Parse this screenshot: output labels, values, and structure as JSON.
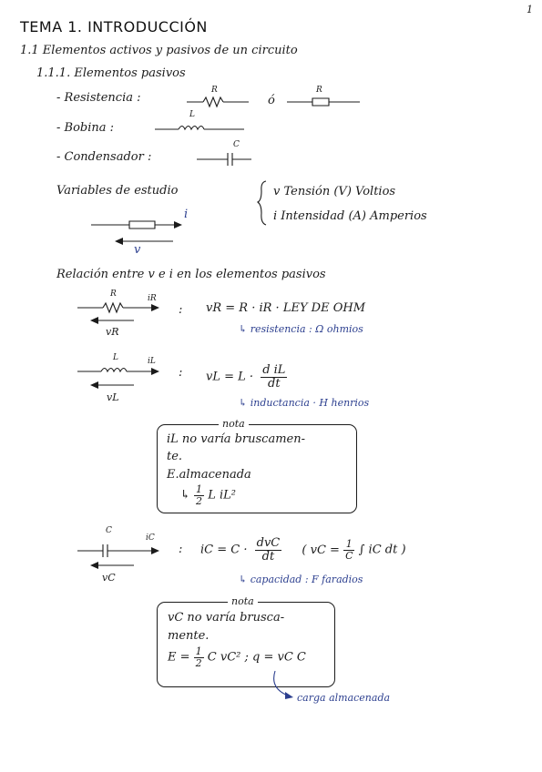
{
  "page_number": "1",
  "title": "TEMA 1. INTRODUCCIÓN",
  "section": "1.1  Elementos activos y pasivos de un circuito",
  "subsection": "1.1.1. Elementos pasivos",
  "passive_elements": {
    "resistencia": "- Resistencia :",
    "resistencia_or": "ó",
    "bobina": "- Bobina :",
    "condensador": "- Condensador :",
    "label_R": "R",
    "label_L": "L",
    "label_C": "C"
  },
  "variables": {
    "label": "Variables de estudio",
    "tension": "v  Tensión (V) Voltios",
    "intensidad": "i  Intensidad (A) Amperios",
    "i_arrow": "i",
    "v_arrow": "v"
  },
  "relation_title": "Relación entre v e i en los elementos pasivos",
  "resistor_rel": {
    "label_R": "R",
    "label_i": "iR",
    "label_v": "vR",
    "colon": ":",
    "equation": "vR = R · iR  ·  LEY DE OHM",
    "unit": "↳ resistencia : Ω ohmios"
  },
  "inductor_rel": {
    "label_L": "L",
    "label_i": "iL",
    "label_v": "vL",
    "colon": ":",
    "eq_lhs": "vL = L ·",
    "eq_num": "d iL",
    "eq_den": "dt",
    "unit": "↳ inductancia · H henrios"
  },
  "note1": {
    "tag": "nota",
    "line1": "iL no varía bruscamen-",
    "line2": "te.",
    "line3": "E.almacenada",
    "line4_prefix": "↳",
    "line4_num": "1",
    "line4_den": "2",
    "line4_expr": "L iL²"
  },
  "capacitor_rel": {
    "label_C": "C",
    "label_i": "iC",
    "label_v": "vC",
    "colon": ":",
    "eq_lhs": "iC = C ·",
    "eq_num": "dvC",
    "eq_den": "dt",
    "eq_paren_open": "( vC =",
    "eq_paren_num": "1",
    "eq_paren_den": "C",
    "eq_paren_rest": "∫ iC dt )",
    "unit": "↳ capacidad : F faradios"
  },
  "note2": {
    "tag": "nota",
    "line1": "vC no varía brusca-",
    "line2": "mente.",
    "line3_prefix": "E =",
    "line3_num": "1",
    "line3_den": "2",
    "line3_expr": "C vC² ;  q = vC C",
    "annotation": "carga almacenada"
  }
}
